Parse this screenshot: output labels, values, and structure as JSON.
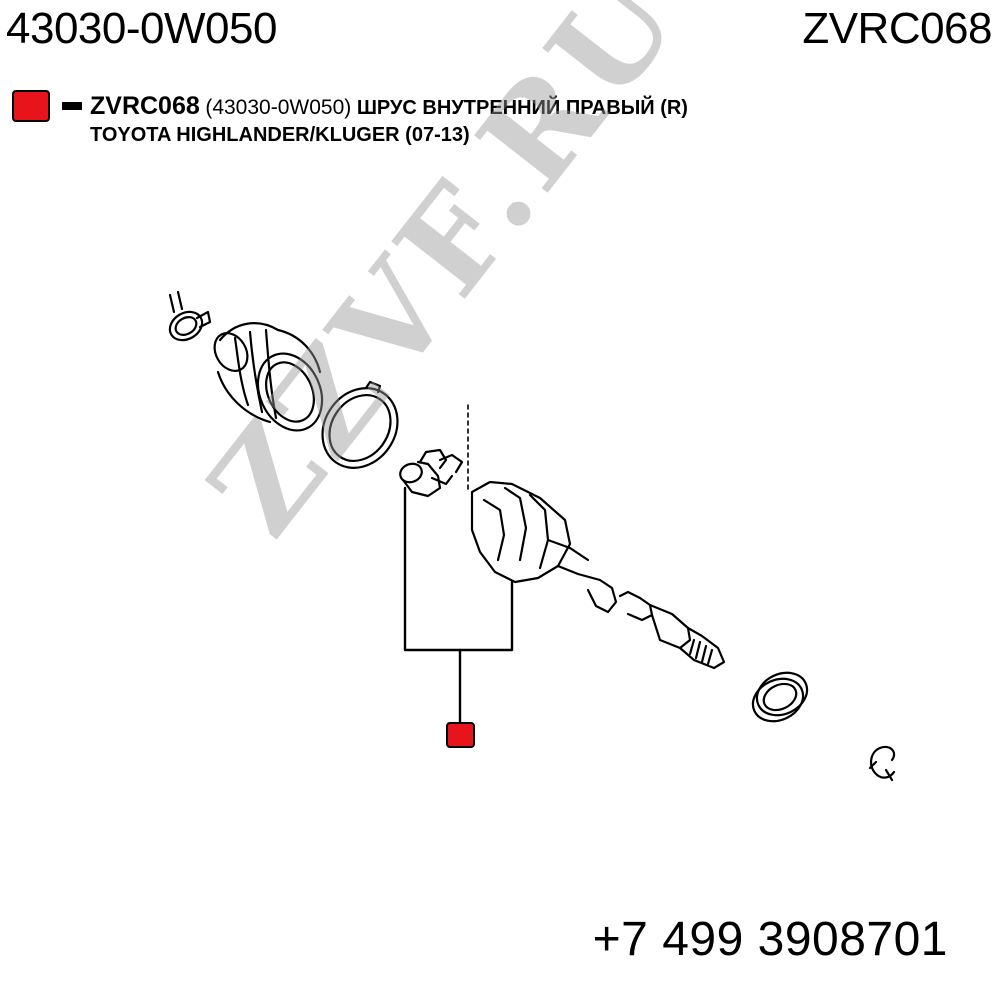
{
  "header": {
    "left_code": "43030-0W050",
    "right_code": "ZVRC068"
  },
  "legend": {
    "marker_color": "#e8141b",
    "part_code": "ZVRC068",
    "oem_ref": "(43030-0W050)",
    "description": "ШРУС ВНУТРЕННИЙ ПРАВЫЙ (R)",
    "vehicle": "TOYOTA HIGHLANDER/KLUGER (07-13)"
  },
  "watermark": {
    "text": "ZZVF.RU"
  },
  "footer": {
    "phone": "+7 499 3908701"
  }
}
